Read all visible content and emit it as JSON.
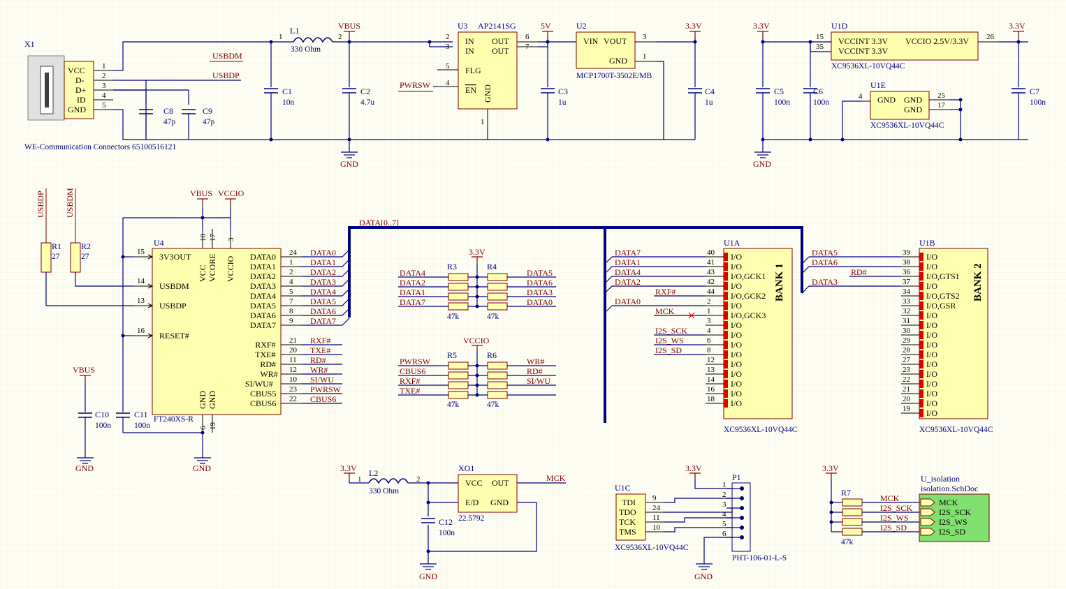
{
  "colors": {
    "background": "#fdfdf3",
    "wire": "#000080",
    "component_fill": "#ffffb0",
    "net_label": "#800000",
    "sheet_fill": "#80e070"
  },
  "X1": {
    "ref": "X1",
    "value": "WE-Communication Connectors 65100516121",
    "pins": [
      "VCC",
      "D-",
      "D+",
      "ID",
      "GND"
    ],
    "nums": [
      "1",
      "2",
      "3",
      "4",
      "5"
    ]
  },
  "L1": {
    "ref": "L1",
    "value": "330 Ohm",
    "p1": "1",
    "p2": "2"
  },
  "C1": {
    "ref": "C1",
    "value": "10n"
  },
  "C2": {
    "ref": "C2",
    "value": "4.7u"
  },
  "C3": {
    "ref": "C3",
    "value": "1u"
  },
  "C4": {
    "ref": "C4",
    "value": "1u"
  },
  "C5": {
    "ref": "C5",
    "value": "100n"
  },
  "C6": {
    "ref": "C6",
    "value": "100n"
  },
  "C7": {
    "ref": "C7",
    "value": "100n"
  },
  "C8": {
    "ref": "C8",
    "value": "47p"
  },
  "C9": {
    "ref": "C9",
    "value": "47p"
  },
  "C10": {
    "ref": "C10",
    "value": "100n"
  },
  "C11": {
    "ref": "C11",
    "value": "100n"
  },
  "C12": {
    "ref": "C12",
    "value": "100n"
  },
  "U3": {
    "ref": "U3",
    "value": "AP2141SG",
    "pins": {
      "in1": "IN",
      "in2": "IN",
      "out1": "OUT",
      "out2": "OUT",
      "flg": "FLG",
      "en": "EN",
      "gnd": "GND"
    },
    "nums": {
      "in1": "2",
      "in2": "3",
      "out1": "6",
      "out2": "7",
      "flg": "5",
      "en": "4",
      "gnd": "1"
    }
  },
  "U2": {
    "ref": "U2",
    "value": "MCP1700T-3502E/MB",
    "pins": {
      "vin": "VIN",
      "vout": "VOUT",
      "gnd": "GND"
    },
    "nums": {
      "vout": "3",
      "gnd": "1"
    }
  },
  "U1D": {
    "ref": "U1D",
    "value": "XC9536XL-10VQ44C",
    "pins": [
      "VCCINT 3.3V",
      "VCCINT 3.3V",
      "VCCIO 2.5V/3.3V"
    ],
    "nums": [
      "15",
      "35",
      "26"
    ]
  },
  "U1E": {
    "ref": "U1E",
    "value": "XC9536XL-10VQ44C",
    "pins": [
      "GND",
      "GND",
      "GND"
    ],
    "nums": [
      "4",
      "25",
      "17"
    ]
  },
  "U4": {
    "ref": "U4",
    "value": "FT240XS-R",
    "left": [
      {
        "num": "15",
        "name": "3V3OUT"
      },
      {
        "num": "14",
        "name": "USBDM"
      },
      {
        "num": "13",
        "name": "USBDP"
      },
      {
        "num": "16",
        "name": "RESET#"
      }
    ],
    "top": [
      {
        "num": "18",
        "name": "VCC"
      },
      {
        "num": "17",
        "name": "VCORE"
      },
      {
        "num": "3",
        "name": "VCCIO"
      }
    ],
    "bottom": [
      {
        "num": "6",
        "name": "GND"
      },
      {
        "num": "19",
        "name": "GND"
      }
    ],
    "right": [
      {
        "num": "24",
        "name": "DATA0",
        "net": "DATA0"
      },
      {
        "num": "1",
        "name": "DATA1",
        "net": "DATA1"
      },
      {
        "num": "2",
        "name": "DATA2",
        "net": "DATA2"
      },
      {
        "num": "4",
        "name": "DATA3",
        "net": "DATA3"
      },
      {
        "num": "5",
        "name": "DATA4",
        "net": "DATA4"
      },
      {
        "num": "7",
        "name": "DATA5",
        "net": "DATA5"
      },
      {
        "num": "8",
        "name": "DATA6",
        "net": "DATA6"
      },
      {
        "num": "9",
        "name": "DATA7",
        "net": "DATA7"
      },
      {
        "num": "21",
        "name": "RXF#",
        "net": "RXF#"
      },
      {
        "num": "20",
        "name": "TXE#",
        "net": "TXE#"
      },
      {
        "num": "11",
        "name": "RD#",
        "net": "RD#"
      },
      {
        "num": "12",
        "name": "WR#",
        "net": "WR#"
      },
      {
        "num": "10",
        "name": "SI/WU#",
        "net": "SI/WU"
      },
      {
        "num": "23",
        "name": "CBUS5",
        "net": "PWRSW"
      },
      {
        "num": "22",
        "name": "CBUS6",
        "net": "CBUS6"
      }
    ]
  },
  "R1": {
    "ref": "R1",
    "value": "27"
  },
  "R2": {
    "ref": "R2",
    "value": "27"
  },
  "R3": {
    "ref": "R3",
    "value": "47k",
    "left": [
      "DATA4",
      "DATA2",
      "DATA1",
      "DATA7"
    ]
  },
  "R4": {
    "ref": "R4",
    "value": "47k",
    "right": [
      "DATA5",
      "DATA6",
      "DATA3",
      "DATA0"
    ]
  },
  "R5": {
    "ref": "R5",
    "value": "47k",
    "left": [
      "PWRSW",
      "CBUS6",
      "RXF#",
      "TXE#"
    ]
  },
  "R6": {
    "ref": "R6",
    "value": "47k",
    "right": [
      "WR#",
      "RD#",
      "SI/WU"
    ]
  },
  "R7": {
    "ref": "R7",
    "value": "47k"
  },
  "L2": {
    "ref": "L2",
    "value": "330 Ohm",
    "p1": "1",
    "p2": "2"
  },
  "XO1": {
    "ref": "XO1",
    "value": "22.5792",
    "pins": [
      "VCC",
      "OUT",
      "E/D",
      "GND"
    ]
  },
  "U1A": {
    "ref": "U1A",
    "value": "XC9536XL-10VQ44C",
    "bank": "BANK 1",
    "pins": [
      {
        "n": "40",
        "f": "I/O"
      },
      {
        "n": "41",
        "f": "I/O"
      },
      {
        "n": "43",
        "f": "I/O,GCK1"
      },
      {
        "n": "42",
        "f": "I/O"
      },
      {
        "n": "44",
        "f": "I/O,GCK2"
      },
      {
        "n": "2",
        "f": "I/O"
      },
      {
        "n": "1",
        "f": "I/O,GCK3"
      },
      {
        "n": "3",
        "f": "I/O"
      },
      {
        "n": "4",
        "f": "I/O"
      },
      {
        "n": "6",
        "f": "I/O"
      },
      {
        "n": "8",
        "f": "I/O"
      },
      {
        "n": "12",
        "f": "I/O"
      },
      {
        "n": "13",
        "f": "I/O"
      },
      {
        "n": "14",
        "f": "I/O"
      },
      {
        "n": "16",
        "f": "I/O"
      },
      {
        "n": "18",
        "f": "I/O"
      }
    ],
    "nets": [
      "DATA7",
      "DATA1",
      "DATA4",
      "DATA2",
      "RXF#",
      "DATA0",
      "MCK",
      "",
      "I2S_SCK",
      "I2S_WS",
      "I2S_SD"
    ]
  },
  "U1B": {
    "ref": "U1B",
    "value": "XC9536XL-10VQ44C",
    "bank": "BANK 2",
    "pins": [
      {
        "n": "39",
        "f": "I/O"
      },
      {
        "n": "38",
        "f": "I/O"
      },
      {
        "n": "36",
        "f": "I/O,GTS1"
      },
      {
        "n": "37",
        "f": "I/O"
      },
      {
        "n": "34",
        "f": "I/O,GTS2"
      },
      {
        "n": "33",
        "f": "I/O,GSR"
      },
      {
        "n": "32",
        "f": "I/O"
      },
      {
        "n": "31",
        "f": "I/O"
      },
      {
        "n": "30",
        "f": "I/O"
      },
      {
        "n": "29",
        "f": "I/O"
      },
      {
        "n": "28",
        "f": "I/O"
      },
      {
        "n": "27",
        "f": "I/O"
      },
      {
        "n": "23",
        "f": "I/O"
      },
      {
        "n": "22",
        "f": "I/O"
      },
      {
        "n": "21",
        "f": "I/O"
      },
      {
        "n": "20",
        "f": "I/O"
      },
      {
        "n": "19",
        "f": "I/O"
      }
    ],
    "nets": [
      "DATA5",
      "DATA6",
      "RD#",
      "DATA3"
    ]
  },
  "U1C": {
    "ref": "U1C",
    "value": "XC9536XL-10VQ44C",
    "pins": [
      "TDI",
      "TDO",
      "TCK",
      "TMS"
    ],
    "nums": [
      "9",
      "24",
      "11",
      "10"
    ]
  },
  "P1": {
    "ref": "P1",
    "value": "PHT-106-01-L-S",
    "nums": [
      "1",
      "2",
      "3",
      "4",
      "5",
      "6"
    ]
  },
  "sheet": {
    "ref": "U_isolation",
    "file": "isolation.SchDoc",
    "ports": [
      "MCK",
      "I2S_SCK",
      "I2S_WS",
      "I2S_SD"
    ]
  },
  "nets": {
    "usbdm": "USBDM",
    "usbdp": "USBDP",
    "vbus": "VBUS",
    "v5": "5V",
    "v33": "3.3V",
    "vccio": "VCCIO",
    "gnd": "GND",
    "pwrsw": "PWRSW",
    "bus": "DATA[0..7]",
    "mck": "MCK",
    "i2s_sck": "I2S_SCK",
    "i2s_ws": "I2S_WS",
    "i2s_sd": "I2S_SD",
    "rd": "RD#"
  }
}
